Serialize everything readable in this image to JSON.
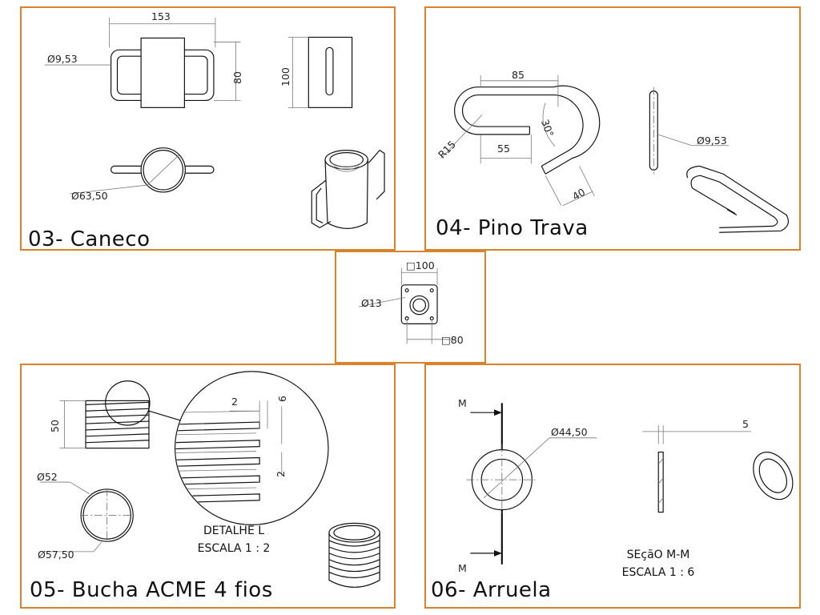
{
  "panels": {
    "caneco": {
      "title": "03- Caneco",
      "dims": {
        "width": "153",
        "tube_diameter": "Ø9,53",
        "height_inner": "80",
        "height_outer": "100",
        "circle_diameter": "Ø63,50"
      }
    },
    "pino_trava": {
      "title": "04- Pino Trava",
      "dims": {
        "length": "85",
        "radius": "R15",
        "short_leg": "55",
        "angle": "30°",
        "end_length": "40",
        "rod_diameter": "Ø9,53"
      }
    },
    "base_plate": {
      "dims": {
        "outer_square": "□100",
        "hole_diameter": "Ø13",
        "inner_square": "□80"
      }
    },
    "bucha_acme": {
      "title": "05- Bucha ACME 4 fios",
      "dims": {
        "height": "50",
        "pitch_top": "2",
        "thread_depth": "6",
        "pitch_bottom": "2",
        "minor_diameter": "Ø52",
        "major_diameter": "Ø57,50"
      },
      "detail": {
        "name": "DETALHE L",
        "scale": "ESCALA 1 : 2"
      }
    },
    "arruela": {
      "title": "06- Arruela",
      "dims": {
        "diameter": "Ø44,50",
        "thickness": "5",
        "section_mark_top": "M",
        "section_mark_bottom": "M"
      },
      "section": {
        "name": "SEçãO M-M",
        "scale": "ESCALA 1 : 6"
      }
    }
  },
  "colors": {
    "panel_border": "#d9822b",
    "line": "#111111",
    "dimension": "#777777"
  }
}
